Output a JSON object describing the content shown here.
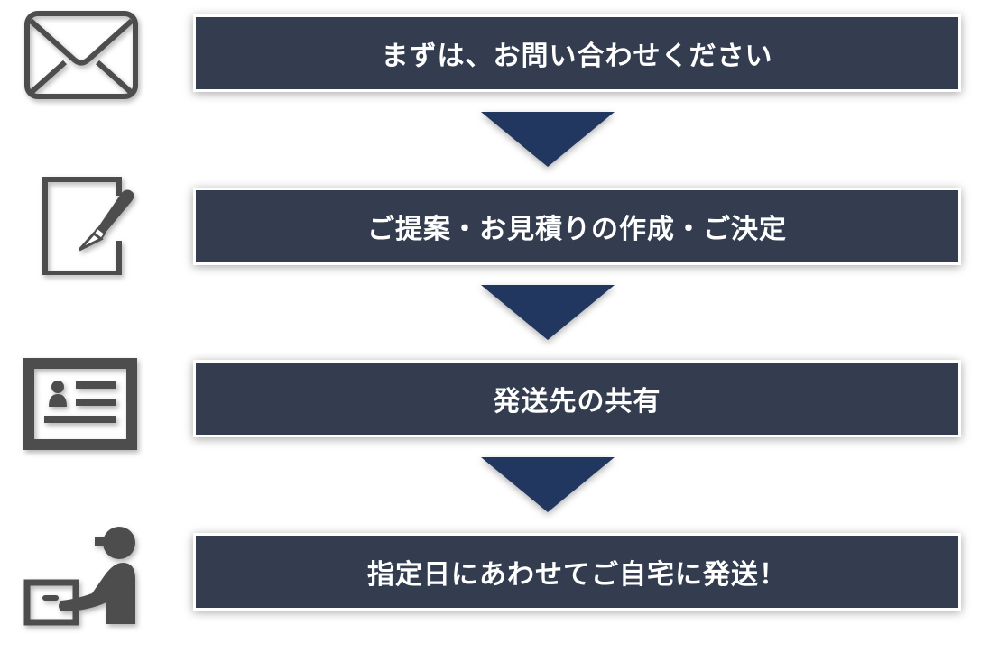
{
  "steps": [
    {
      "label": "まずは、お問い合わせください",
      "icon": "envelope-icon"
    },
    {
      "label": "ご提案・お見積りの作成・ご決定",
      "icon": "document-pen-icon"
    },
    {
      "label": "発送先の共有",
      "icon": "id-card-icon"
    },
    {
      "label": "指定日にあわせてご自宅に発送！",
      "icon": "delivery-person-icon"
    }
  ],
  "colors": {
    "box": "#333d4f",
    "arrow": "#22375f",
    "icon": "#4d4d4d"
  }
}
